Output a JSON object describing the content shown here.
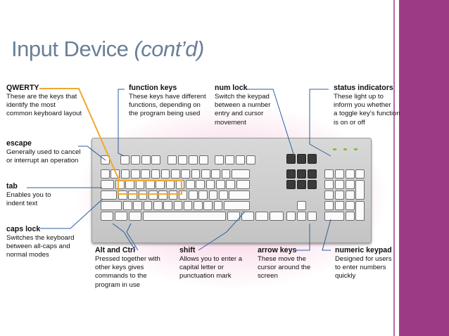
{
  "title": {
    "main": "Input Device",
    "sub": "(cont’d)"
  },
  "callouts": {
    "qwerty": {
      "heading": "QWERTY",
      "lines": [
        "These are the keys that",
        "identify the most",
        "common keyboard layout"
      ]
    },
    "function_keys": {
      "heading": "function keys",
      "lines": [
        "These keys have different",
        "functions, depending on",
        "the program being used"
      ]
    },
    "num_lock": {
      "heading": "num lock",
      "lines": [
        "Switch the keypad",
        "between a number",
        "entry and cursor",
        "movement"
      ]
    },
    "status_indicators": {
      "heading": "status indicators",
      "lines": [
        "These light up to",
        "inform you whether",
        "a toggle key’s function",
        "is on or off"
      ]
    },
    "escape": {
      "heading": "escape",
      "lines": [
        "Generally used to cancel",
        "or interrupt an operation"
      ]
    },
    "tab": {
      "heading": "tab",
      "lines": [
        "Enables you to",
        "indent text"
      ]
    },
    "caps_lock": {
      "heading": "caps lock",
      "lines": [
        "Switches the keyboard",
        "between all-caps and",
        "normal modes"
      ]
    },
    "alt_ctrl": {
      "heading": "Alt and Ctrl",
      "lines": [
        "Pressed together with",
        "other keys gives",
        "commands to the",
        "program in use"
      ]
    },
    "shift": {
      "heading": "shift",
      "lines": [
        "Allows you to enter a",
        "capital letter or",
        "punctuation mark"
      ]
    },
    "arrow_keys": {
      "heading": "arrow keys",
      "lines": [
        "These move the",
        "cursor around the",
        "screen"
      ]
    },
    "numeric_keypad": {
      "heading": "numeric keypad",
      "lines": [
        "Designed for users",
        "to enter numbers",
        "quickly"
      ]
    }
  },
  "colors": {
    "accent_stripe": "#9d3a86",
    "title": "#6a7f98",
    "qwerty_highlight": "#f0a830",
    "leader_lines": "#2e5f9e"
  }
}
